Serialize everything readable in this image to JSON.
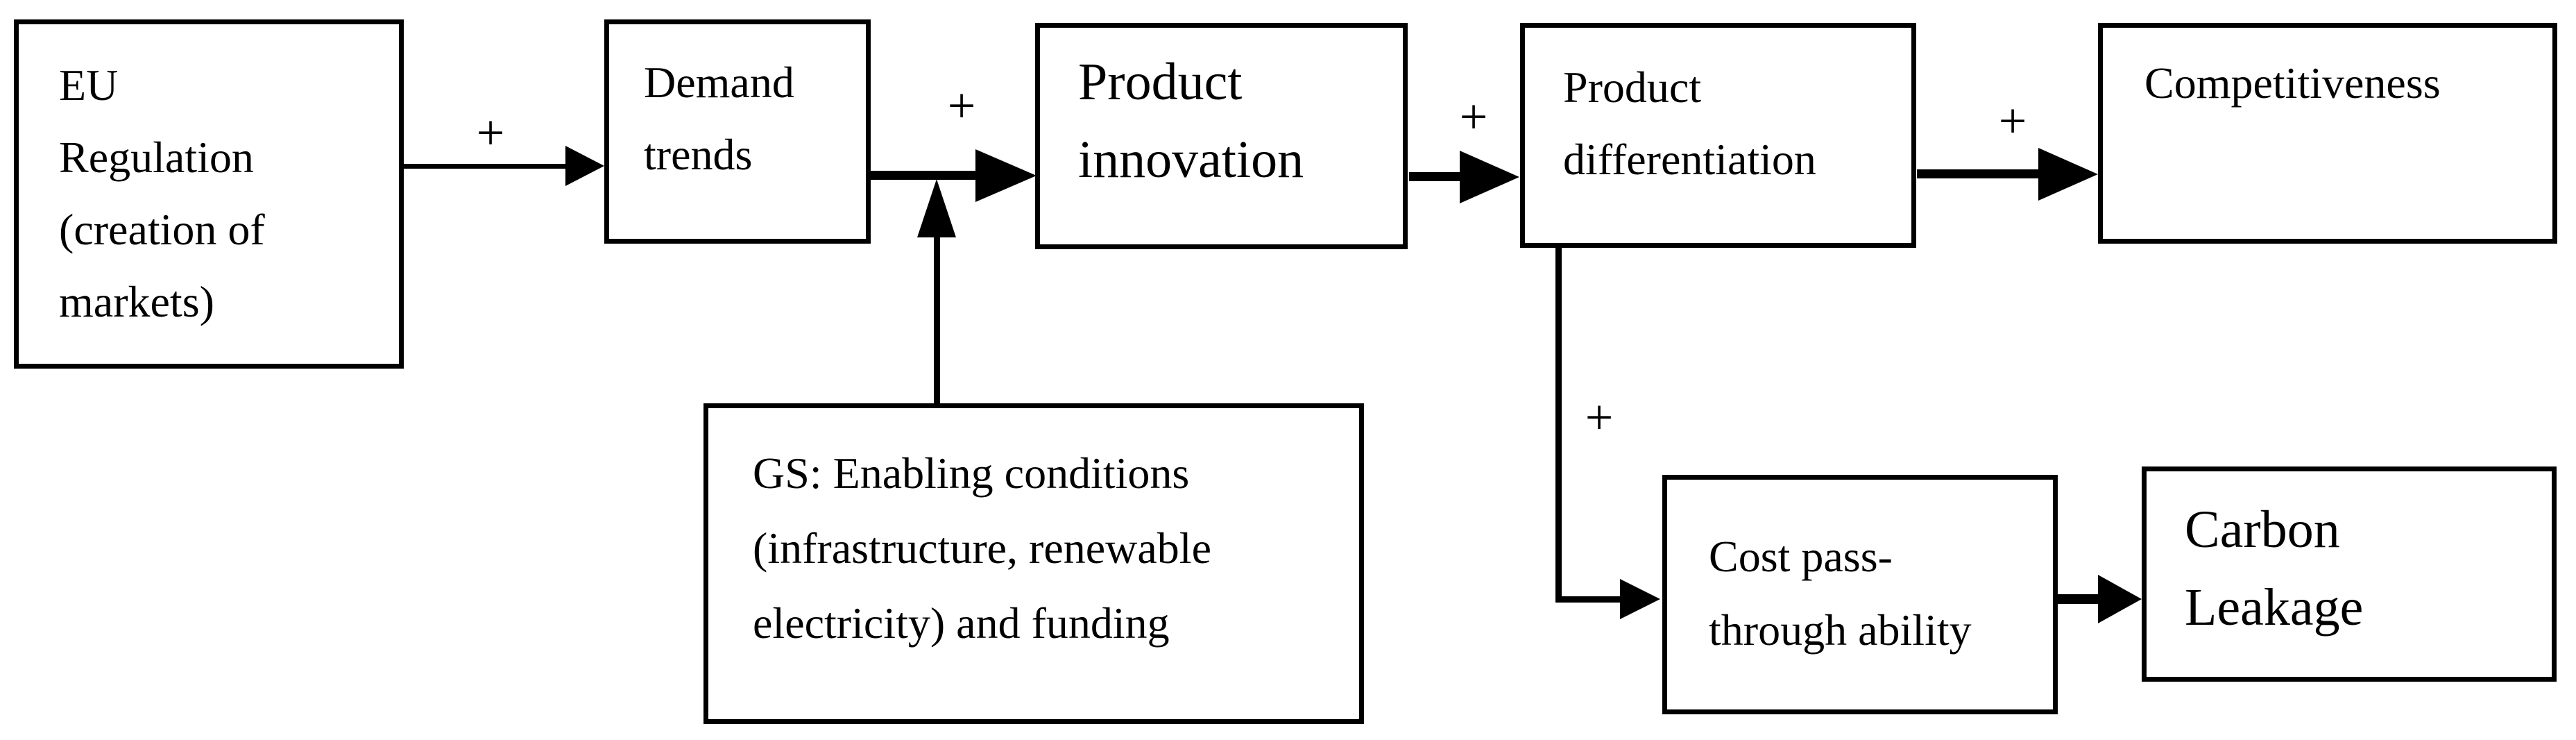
{
  "diagram": {
    "type": "causal-flow-diagram",
    "colors": {
      "background": "#ffffff",
      "box_border": "#000000",
      "text": "#000000",
      "arrow": "#000000"
    },
    "nodes": {
      "eu_regulation": {
        "label": "EU Regulation (creation of markets)",
        "lines": [
          "EU",
          "Regulation",
          "(creation of",
          "markets)"
        ]
      },
      "demand_trends": {
        "label": "Demand trends",
        "lines": [
          "Demand",
          "trends"
        ]
      },
      "product_innovation": {
        "label": "Product innovation",
        "lines": [
          "Product",
          "innovation"
        ]
      },
      "product_differentiation": {
        "label": "Product differentiation",
        "lines": [
          "Product",
          "differentiation"
        ]
      },
      "competitiveness": {
        "label": "Competitiveness",
        "lines": [
          "Competitiveness"
        ]
      },
      "gs_enabling": {
        "label": "GS: Enabling conditions (infrastructure, renewable electricity) and funding",
        "lines": [
          "GS: Enabling conditions",
          "(infrastructure, renewable",
          "electricity) and funding"
        ]
      },
      "cost_pass_through": {
        "label": "Cost pass-through ability",
        "lines": [
          "Cost pass-",
          "through ability"
        ]
      },
      "carbon_leakage": {
        "label": "Carbon Leakage",
        "lines": [
          "Carbon",
          "Leakage"
        ]
      }
    },
    "edges": {
      "eu_to_demand": {
        "from": "eu_regulation",
        "to": "demand_trends",
        "polarity": "+"
      },
      "demand_to_innovation": {
        "from": "demand_trends",
        "to": "product_innovation",
        "polarity": "+"
      },
      "gs_to_demand_innovation_link": {
        "from": "gs_enabling",
        "to": "arrow demand_trends->product_innovation",
        "polarity": ""
      },
      "innovation_to_differentiation": {
        "from": "product_innovation",
        "to": "product_differentiation",
        "polarity": "+"
      },
      "differentiation_to_competitiveness": {
        "from": "product_differentiation",
        "to": "competitiveness",
        "polarity": "+"
      },
      "differentiation_to_costpass": {
        "from": "product_differentiation",
        "to": "cost_pass_through",
        "polarity": "+"
      },
      "costpass_to_leakage": {
        "from": "cost_pass_through",
        "to": "carbon_leakage",
        "polarity": ""
      }
    }
  }
}
